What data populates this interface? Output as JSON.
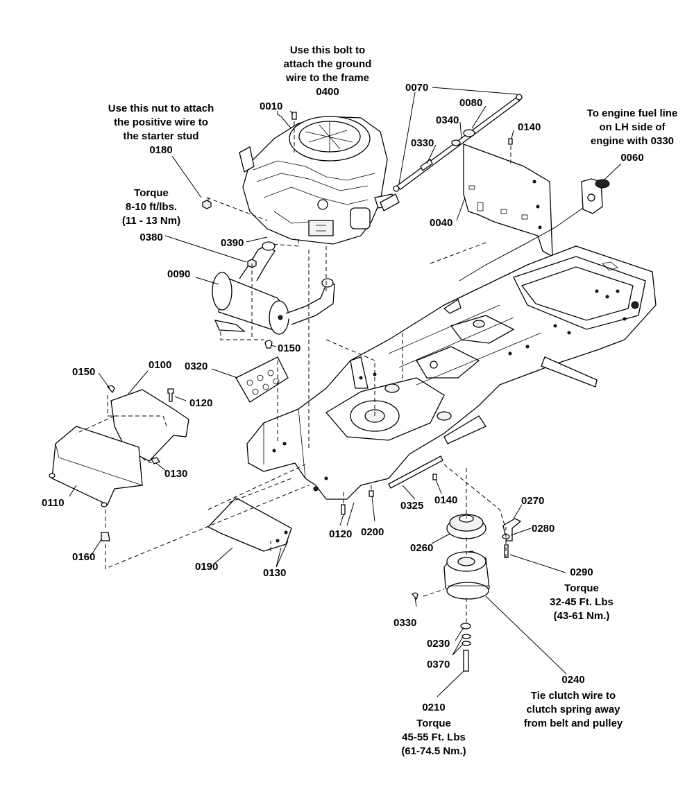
{
  "notes": {
    "ground_wire": [
      "Use this bolt to",
      "attach the ground",
      "wire to the frame",
      "0400"
    ],
    "positive_wire": [
      "Use this nut to attach",
      "the positive wire to",
      "the starter stud",
      "0180"
    ],
    "torque_0380": [
      "Torque",
      "8-10 ft/lbs.",
      "(11 - 13 Nm)",
      "0380"
    ],
    "fuel_line": [
      "To engine fuel line",
      "on LH side of",
      "engine with 0330",
      "0060"
    ],
    "torque_0290": [
      "0290",
      "Torque",
      "32-45 Ft. Lbs",
      "(43-61 Nm.)"
    ],
    "clutch_0240": [
      "0240",
      "Tie clutch wire to",
      "clutch spring away",
      "from belt and pulley"
    ],
    "torque_0210": [
      "0210",
      "Torque",
      "45-55 Ft. Lbs",
      "(61-74.5 Nm.)"
    ]
  },
  "callouts": {
    "c0010": "0010",
    "c0070": "0070",
    "c0080": "0080",
    "c0340": "0340",
    "c0140a": "0140",
    "c0330a": "0330",
    "c0040": "0040",
    "c0390": "0390",
    "c0090": "0090",
    "c0150a": "0150",
    "c0320": "0320",
    "c0150b": "0150",
    "c0100": "0100",
    "c0120a": "0120",
    "c0130a": "0130",
    "c0110": "0110",
    "c0160": "0160",
    "c0190": "0190",
    "c0130b": "0130",
    "c0120b": "0120",
    "c0200": "0200",
    "c0325": "0325",
    "c0140b": "0140",
    "c0270": "0270",
    "c0280": "0280",
    "c0260": "0260",
    "c0330b": "0330",
    "c0230": "0230",
    "c0370": "0370"
  }
}
